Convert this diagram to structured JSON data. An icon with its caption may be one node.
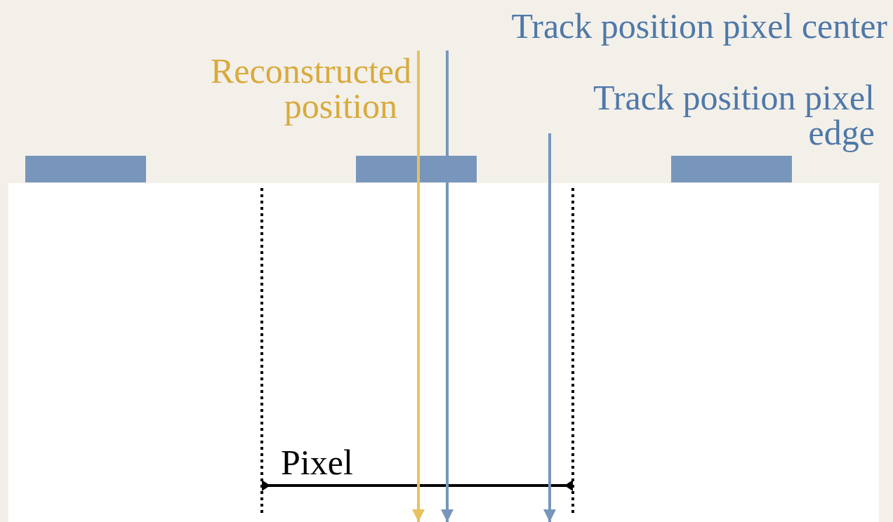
{
  "diagram": {
    "nodes": [
      {
        "text": [
          "Reconstructed position"
        ]
      },
      {
        "text": [
          "Track position pixel center"
        ]
      },
      {
        "text": [
          "Track position pixel edge"
        ]
      }
    ],
    "edges": [
      {
        "from": 0,
        "to": null,
        "arrow": "to",
        "color": "#e8c25e"
      },
      {
        "from": 1,
        "to": null,
        "arrow": "to"
      },
      {
        "from": 2,
        "to": null,
        "arrow": "to"
      }
    ],
    "labels": [
      "Pixel"
    ]
  }
}
